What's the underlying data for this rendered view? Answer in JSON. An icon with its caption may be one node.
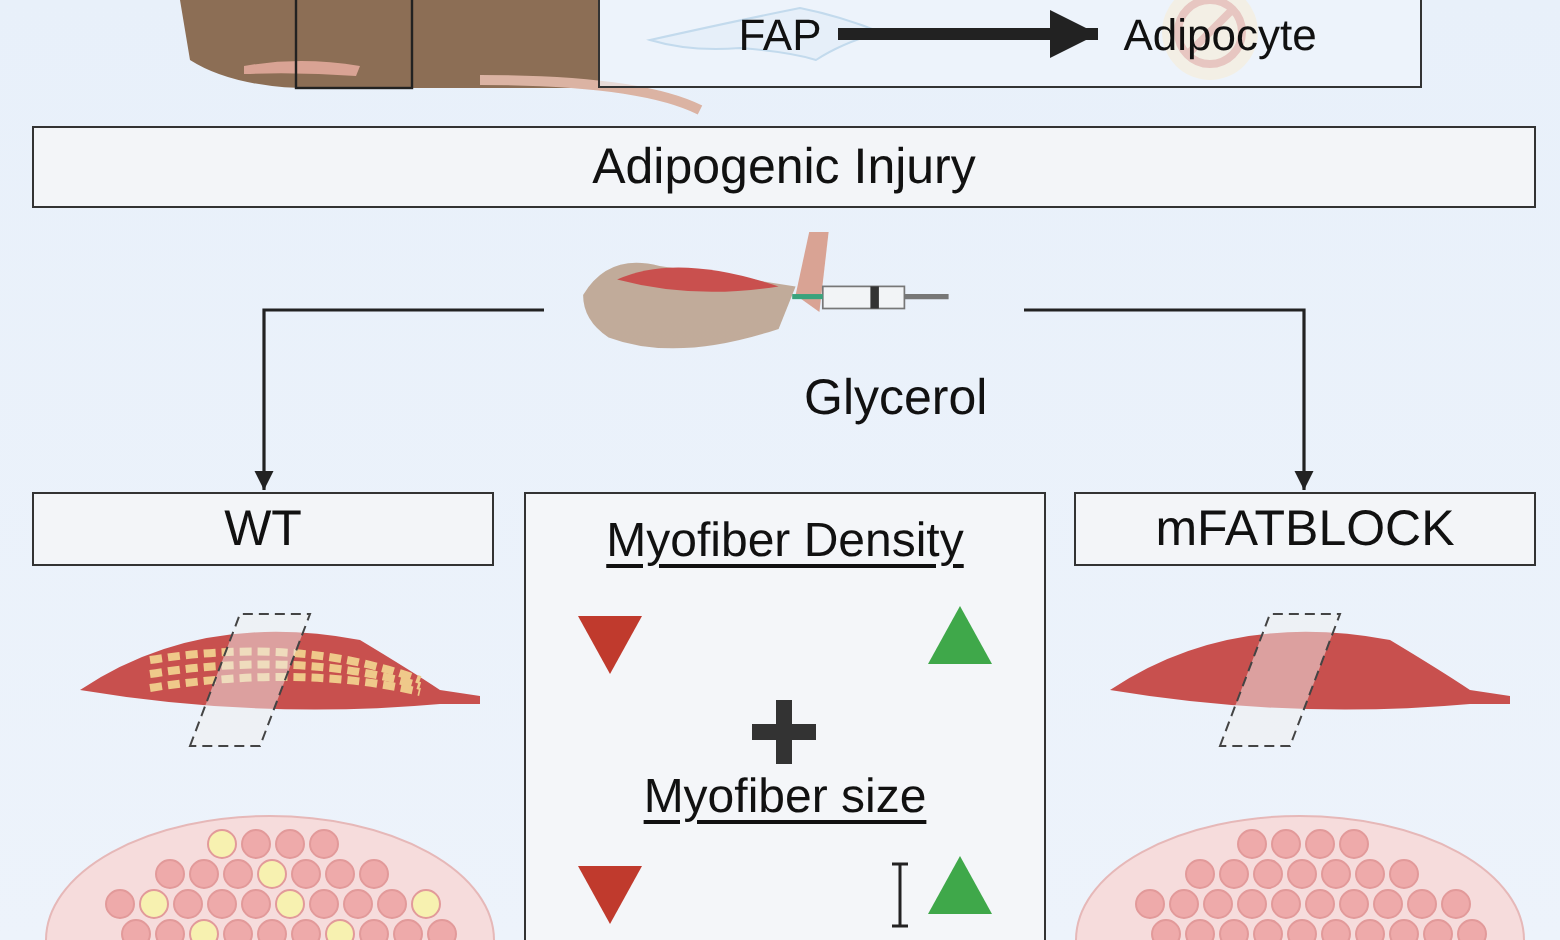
{
  "diagram": {
    "nodes": [
      {
        "text": [],
        "shape": "box"
      },
      {
        "text": [
          "FAP"
        ],
        "in": 0
      },
      {
        "text": [
          "Adipocyte"
        ],
        "in": 0
      },
      {
        "text": [
          "Adipogenic Injury"
        ]
      },
      {
        "text": [],
        "shape": "picture",
        "beside": [
          "Glycerol"
        ]
      },
      {
        "text": [
          "WT"
        ]
      },
      {
        "text": [
          "Myofiber Density",
          "Myofiber size"
        ]
      },
      {
        "text": [
          "mFATBLOCK"
        ]
      }
    ],
    "edges": [
      {
        "from": 1,
        "to": 2,
        "arrow": "to",
        "style": "thick"
      },
      {
        "from": 4,
        "to": 5,
        "arrow": "to"
      },
      {
        "from": 4,
        "to": 7,
        "arrow": "to"
      }
    ]
  }
}
